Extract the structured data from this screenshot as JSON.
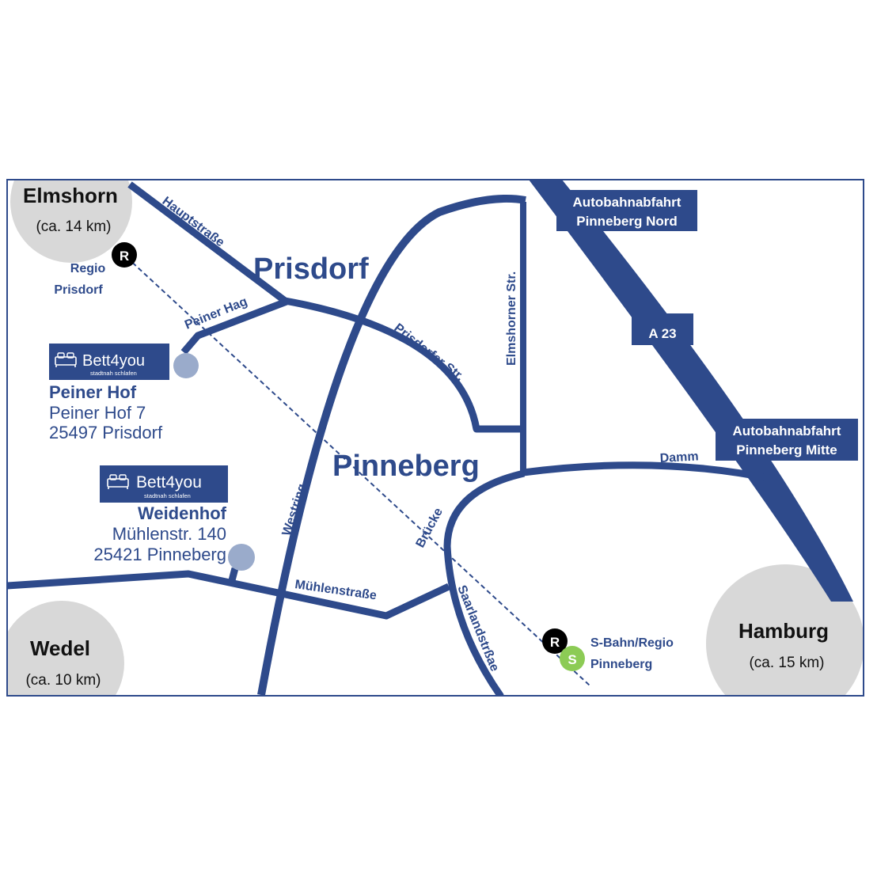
{
  "colors": {
    "road": "#2e4a8b",
    "city_circle": "#d8d8d8",
    "hotel_dot": "#9aabcb",
    "logo_bg": "#2e4a8b",
    "s_bahn": "#8ccb55",
    "regio": "#000000"
  },
  "cities": {
    "elmshorn": {
      "name": "Elmshorn",
      "distance": "(ca. 14 km)"
    },
    "wedel": {
      "name": "Wedel",
      "distance": "(ca. 10 km)"
    },
    "hamburg": {
      "name": "Hamburg",
      "distance": "(ca. 15 km)"
    }
  },
  "towns": {
    "prisdorf": "Prisdorf",
    "pinneberg": "Pinneberg"
  },
  "roads": {
    "hauptstrasse": "Hauptstraße",
    "peiner_hag": "Peiner Hag",
    "prisdorfer_str": "Prisdorfer Str.",
    "elmshorner_str": "Elmshorner Str.",
    "westring": "Westring",
    "bruecke": "Brücke",
    "damm": "Damm",
    "muehlenstrasse": "Mühlenstraße",
    "saarlandstrasse": "Saarlandstrßae"
  },
  "motorway": {
    "label": "A 23",
    "exit_north": [
      "Autobahnabfahrt",
      "Pinneberg Nord"
    ],
    "exit_mid": [
      "Autobahnabfahrt",
      "Pinneberg Mitte"
    ]
  },
  "stations": {
    "regio_prisdorf": {
      "badge": "R",
      "lines": [
        "Regio",
        "Prisdorf"
      ]
    },
    "pinneberg": {
      "badge_r": "R",
      "badge_s": "S",
      "lines": [
        "S-Bahn/Regio",
        "Pinneberg"
      ]
    }
  },
  "hotels": [
    {
      "logo_brand": "Bett4you",
      "logo_tagline": "stadtnah schlafen",
      "name": "Peiner Hof",
      "street": "Peiner Hof 7",
      "city": "25497 Prisdorf",
      "icon": "bed-icon"
    },
    {
      "logo_brand": "Bett4you",
      "logo_tagline": "stadtnah schlafen",
      "name": "Weidenhof",
      "street": "Mühlenstr. 140",
      "city": "25421 Pinneberg",
      "icon": "bed-icon"
    }
  ]
}
